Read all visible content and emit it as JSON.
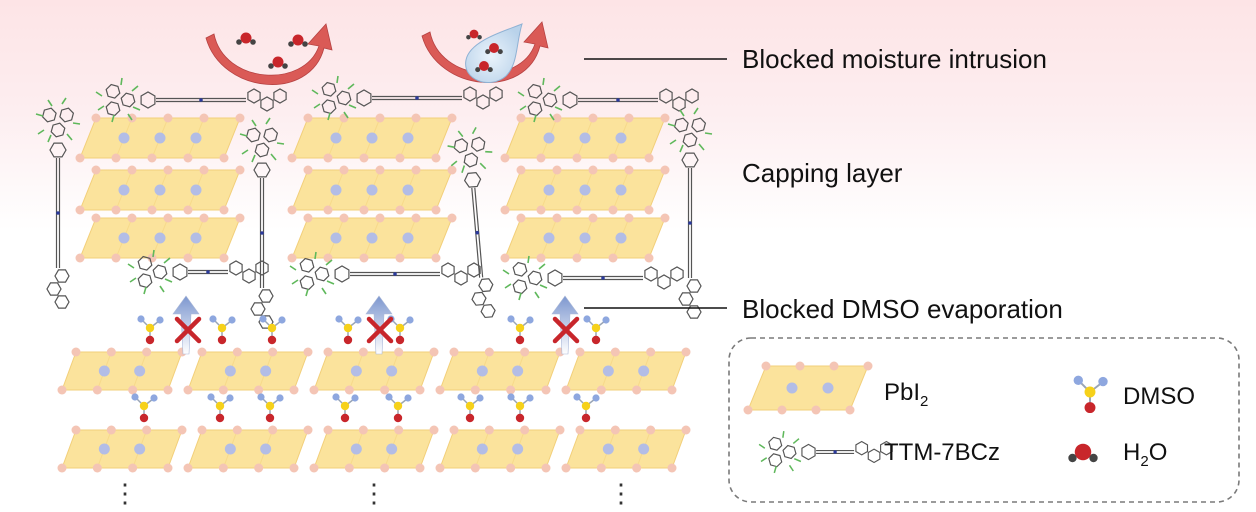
{
  "labels": {
    "moisture": "Blocked moisture intrusion",
    "capping": "Capping layer",
    "dmso_evap": "Blocked DMSO evaporation"
  },
  "legend": {
    "pbi2_main": "PbI",
    "pbi2_sub": "2",
    "dmso": "DMSO",
    "ttm": "TTM-7BCz",
    "h2o_h": "H",
    "h2o_sub": "2",
    "h2o_o": "O"
  },
  "ellipsis": "⋮",
  "colors": {
    "slab_fill": "#fbe39c",
    "slab_edge": "#f2cf7a",
    "iodide": "#f4c5b5",
    "lead": "#b3bde6",
    "sulfur": "#f6d11a",
    "oxygen": "#c8262b",
    "methyl": "#8ea7df",
    "arrow_red": "#d9534f",
    "cross": "#c8262b",
    "molecule_line": "#555555",
    "chlorine": "#5fb85b",
    "legend_border": "#7a7a7a"
  },
  "icons": [
    "curved-arrow-icon",
    "water-droplet-icon",
    "cross-icon",
    "up-arrow-icon"
  ]
}
